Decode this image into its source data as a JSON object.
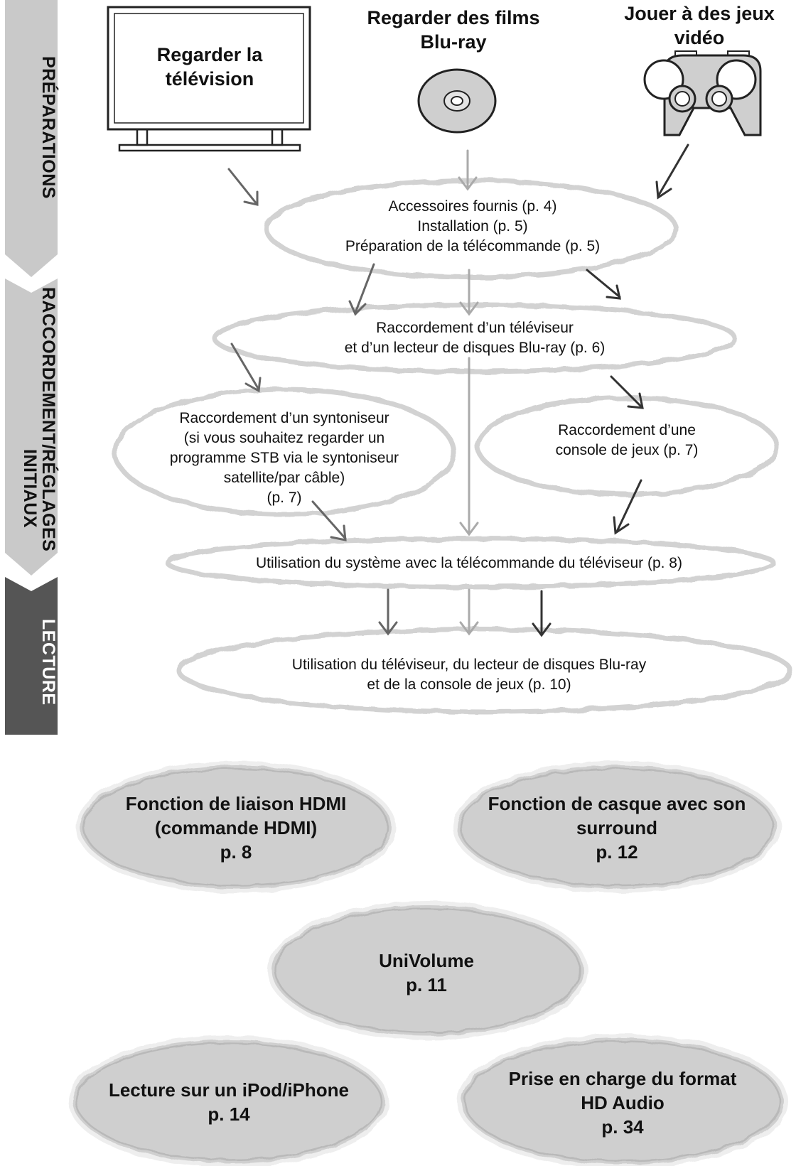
{
  "sidebar": {
    "tabs": [
      {
        "label": "PRÉPARATIONS",
        "color": "#c9c9c9"
      },
      {
        "label_line1": "RACCORDEMENT/",
        "label_line2": "RÉGLAGES INITIAUX",
        "color": "#c9c9c9"
      },
      {
        "label": "LECTURE",
        "color": "#555555"
      }
    ]
  },
  "top": {
    "tv_label": "Regarder la télévision",
    "bluray_label": "Regarder des films Blu-ray",
    "game_label": "Jouer à des jeux vidéo",
    "icons": [
      "tv-icon",
      "disc-icon",
      "gamepad-icon"
    ]
  },
  "steps": {
    "accessories": {
      "line1": "Accessoires fournis (p. 4)",
      "line2": "Installation (p. 5)",
      "line3": "Préparation de la télécommande (p. 5)"
    },
    "tv_connection": {
      "line1": "Raccordement d’un téléviseur",
      "line2": "et d’un lecteur de disques Blu-ray (p. 6)"
    },
    "tuner": {
      "line1": "Raccordement d’un syntoniseur",
      "line2": "(si vous souhaitez regarder un",
      "line3": "programme STB via le syntoniseur",
      "line4": "satellite/par câble)",
      "line5": "(p. 7)"
    },
    "console": {
      "line1": "Raccordement d’une",
      "line2": "console de jeux (p. 7)"
    },
    "tv_remote": {
      "line1": "Utilisation du système avec la télécommande du téléviseur (p. 8)"
    },
    "usage": {
      "line1": "Utilisation du téléviseur, du lecteur de disques Blu-ray",
      "line2": "et de la console de jeux (p. 10)"
    }
  },
  "features": {
    "hdmi": {
      "line1": "Fonction de liaison HDMI",
      "line2": "(commande HDMI)",
      "line3": "p. 8"
    },
    "headphone": {
      "line1": "Fonction de casque avec son",
      "line2": "surround",
      "line3": "p. 12"
    },
    "univolume": {
      "line1": "UniVolume",
      "line2": "p. 11"
    },
    "ipod": {
      "line1": "Lecture sur un iPod/iPhone",
      "line2": "p. 14"
    },
    "hdaudio": {
      "line1": "Prise en charge du format",
      "line2": "HD Audio",
      "line3": "p. 34"
    }
  },
  "colors": {
    "ring": "#d2d2d2",
    "feature_fill": "#cfcfcf",
    "arrow_dark": "#333333",
    "arrow_light": "#b0b0b0"
  }
}
